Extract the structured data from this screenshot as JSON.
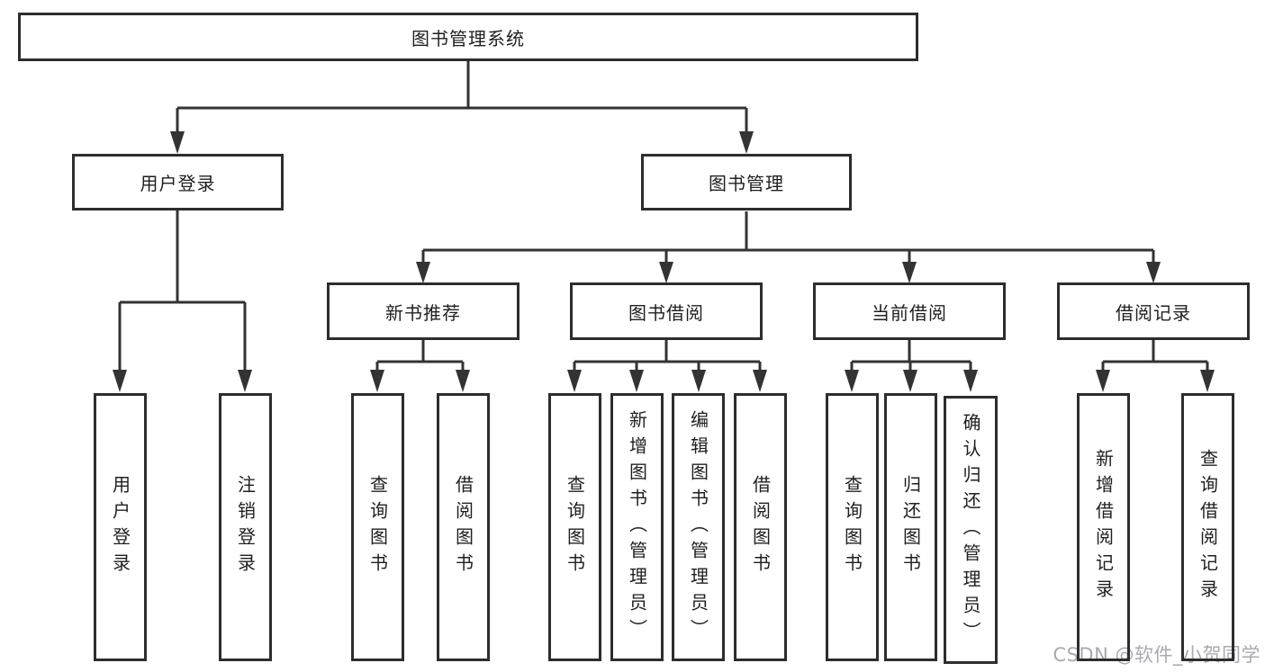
{
  "diagram": {
    "root": "图书管理系统",
    "level2": {
      "user_login": "用户登录",
      "book_mgmt": "图书管理"
    },
    "level3": {
      "new_book_rec": "新书推荐",
      "book_borrow": "图书借阅",
      "current_borrow": "当前借阅",
      "borrow_records": "借阅记录"
    },
    "leaves": {
      "login": "用户登录",
      "logout": "注销登录",
      "nb_query_book": "查询图书",
      "nb_borrow_book": "借阅图书",
      "bb_query_book": "查询图书",
      "bb_add_book": "新增图书（管理员）",
      "bb_edit_book": "编辑图书（管理员）",
      "bb_borrow_book": "借阅图书",
      "cb_query_book": "查询图书",
      "cb_return_book": "归还图书",
      "cb_confirm_return": "确认归还（管理员）",
      "br_add_record": "新增借阅记录",
      "br_query_record": "查询借阅记录"
    }
  },
  "watermark": "CSDN @软件_小贺同学",
  "colors": {
    "line": "#333333",
    "box_border": "#2d2d2d",
    "text": "#1f1f1f",
    "watermark": "#a9a9af",
    "background": "#ffffff"
  }
}
